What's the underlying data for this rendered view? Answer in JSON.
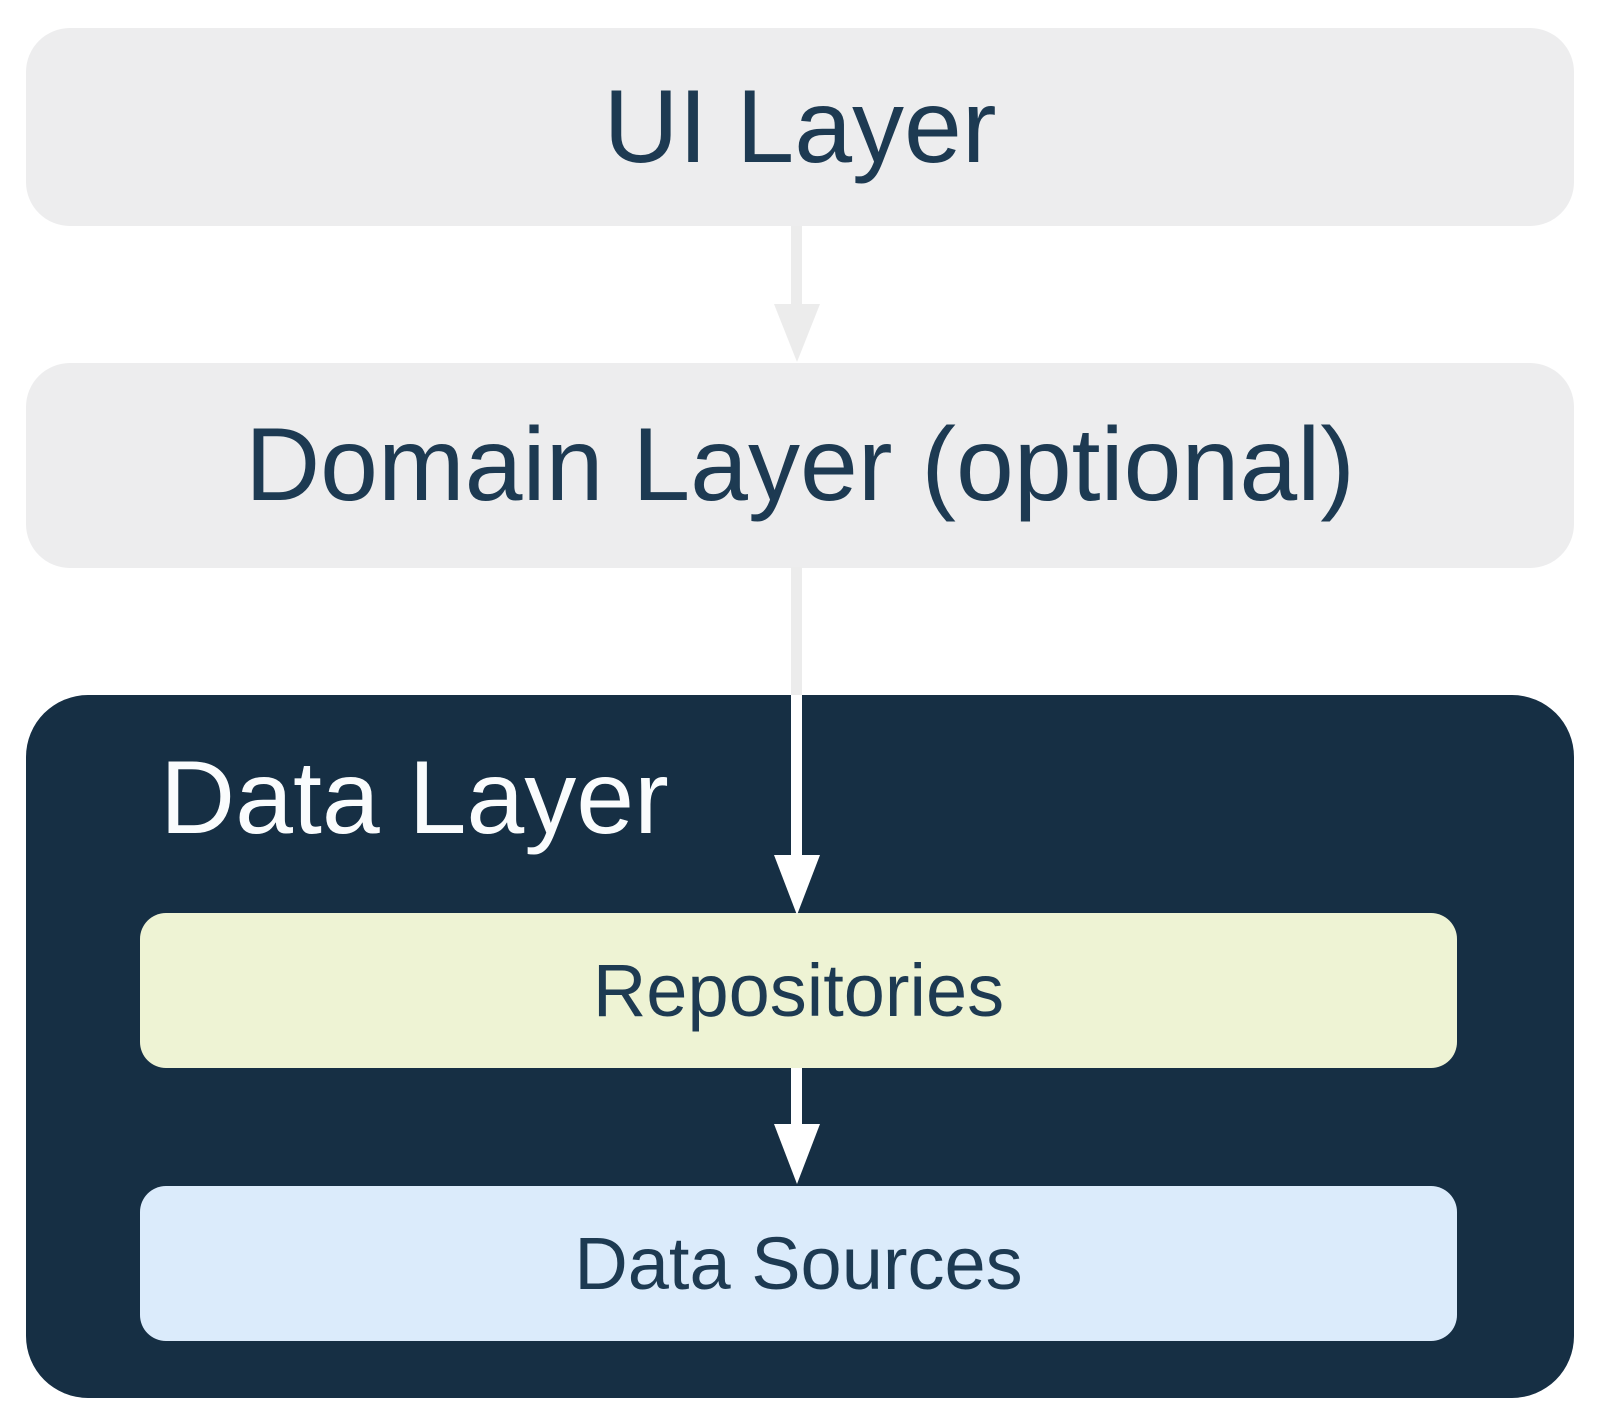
{
  "diagram_type": "architecture-layers",
  "layers": {
    "ui": {
      "label": "UI Layer"
    },
    "domain": {
      "label": "Domain Layer (optional)"
    },
    "data": {
      "label": "Data Layer"
    },
    "repositories": {
      "label": "Repositories"
    },
    "data_sources": {
      "label": "Data Sources"
    }
  },
  "flow": [
    {
      "from": "UI Layer",
      "to": "Domain Layer (optional)"
    },
    {
      "from": "Domain Layer (optional)",
      "to": "Repositories"
    },
    {
      "from": "Repositories",
      "to": "Data Sources"
    }
  ],
  "colors": {
    "box_gray": "#ededee",
    "arrow_gray": "#ececec",
    "navy_bg": "#162f44",
    "navy_text": "#1d3a52",
    "repos_bg": "#eef3d4",
    "sources_bg": "#dbebfb",
    "arrow_white": "#ffffff",
    "white_text": "#fafcfd"
  }
}
